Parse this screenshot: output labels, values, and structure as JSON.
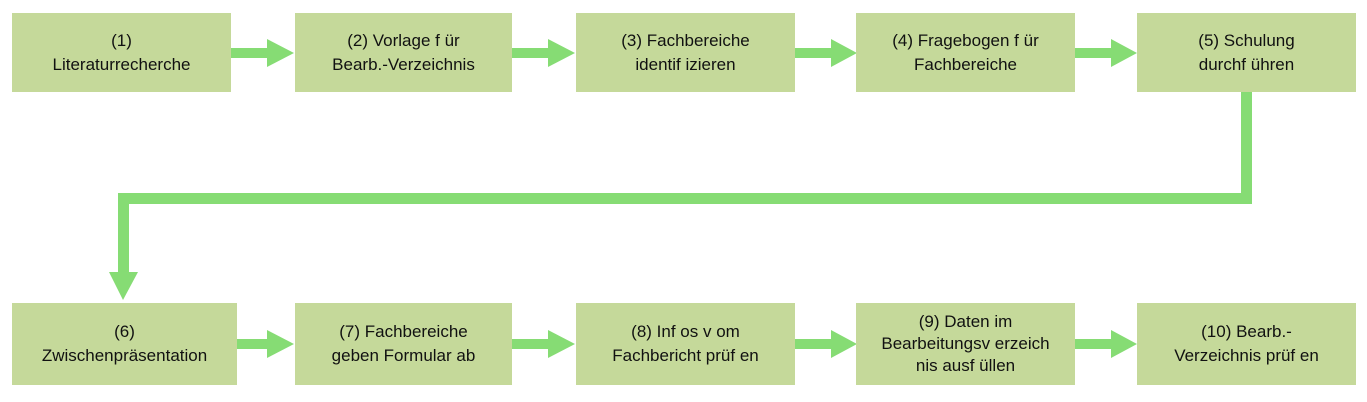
{
  "colors": {
    "box_fill": "#c5d99a",
    "arrow": "#86dc74",
    "text": "#111111"
  },
  "steps": [
    {
      "lines": [
        "(1)",
        "Literaturrecherche"
      ]
    },
    {
      "lines": [
        "(2) Vorlage f ür",
        "Bearb.-Verzeichnis"
      ]
    },
    {
      "lines": [
        "(3) Fachbereiche",
        "identif izieren"
      ]
    },
    {
      "lines": [
        "(4) Fragebogen f ür",
        "Fachbereiche"
      ]
    },
    {
      "lines": [
        "(5) Schulung",
        "durchf ühren"
      ]
    },
    {
      "lines": [
        "(6)",
        "Zwischenpräsentation"
      ]
    },
    {
      "lines": [
        "(7) Fachbereiche",
        "geben Formular ab"
      ]
    },
    {
      "lines": [
        "(8) Inf os v om",
        "Fachbericht prüf en"
      ]
    },
    {
      "lines": [
        "(9) Daten im",
        "Bearbeitungsv erzeich",
        "nis ausf üllen"
      ]
    },
    {
      "lines": [
        "(10) Bearb.-",
        "Verzeichnis prüf en"
      ]
    }
  ]
}
